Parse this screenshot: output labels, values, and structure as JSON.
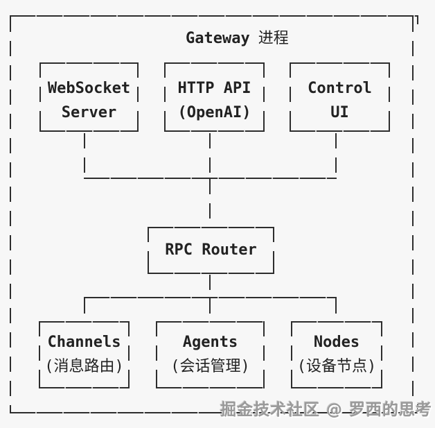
{
  "colors": {
    "background": "#f7f7f7",
    "line": "#2d2d2d",
    "text": "#222222",
    "watermark": "#999999"
  },
  "diagram": {
    "title": {
      "en": "Gateway",
      "cjk": "进程"
    },
    "top_row": [
      {
        "line1": "WebSocket",
        "line2": "Server"
      },
      {
        "line1": "HTTP API",
        "line2": "(OpenAI)"
      },
      {
        "line1": "Control",
        "line2": "UI"
      }
    ],
    "rpc": {
      "label": "RPC Router"
    },
    "bottom_row": [
      {
        "line1": "Channels",
        "line2": "(消息路由)"
      },
      {
        "line1": "Agents",
        "line2": "(会话管理)"
      },
      {
        "line1": "Nodes",
        "line2": "(设备节点)"
      }
    ],
    "watermark": "掘金技术社区 @ 罗西的思考"
  }
}
